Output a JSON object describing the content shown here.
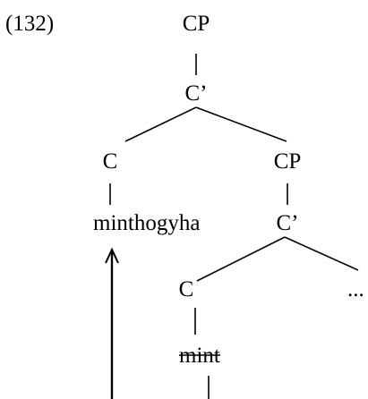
{
  "example_number": "(132)",
  "nodes": {
    "root_cp": "CP",
    "root_cbar": "C’",
    "upper_c": "C",
    "upper_c_head": "minthogyha",
    "lower_cp": "CP",
    "lower_cbar": "C’",
    "lower_c": "C",
    "lower_c_head": "mint",
    "ellipsis": "..."
  },
  "strikethrough_nodes": [
    "lower_c_head"
  ],
  "movement_arrow": {
    "from": "lower_c_head",
    "to": "upper_c_head"
  }
}
